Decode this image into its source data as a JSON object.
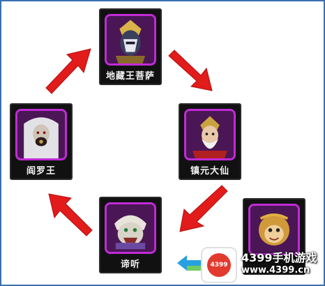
{
  "colors": {
    "arrow_red": "#e21b1b",
    "card_bg": "#111111",
    "portrait_border": "#c02bd6",
    "frame_border": "#3a6fb0"
  },
  "characters": [
    {
      "id": "dizang",
      "name": "地藏王菩萨",
      "icon": "dizang-portrait-icon"
    },
    {
      "id": "zhenyuan",
      "name": "镇元大仙",
      "icon": "zhenyuan-portrait-icon"
    },
    {
      "id": "diting",
      "name": "谛听",
      "icon": "diting-portrait-icon"
    },
    {
      "id": "yanluo",
      "name": "阎罗王",
      "icon": "yanluo-portrait-icon"
    },
    {
      "id": "monkey",
      "name": "",
      "icon": "monkey-portrait-icon"
    }
  ],
  "watermark": {
    "logo_text": "4399",
    "title": "4399手机游戏",
    "url": "www.4399.cn"
  }
}
